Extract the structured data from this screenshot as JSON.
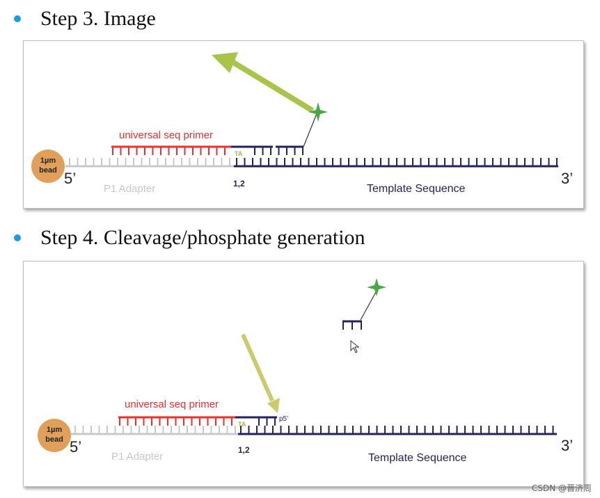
{
  "steps": [
    {
      "title": "Step 3. Image",
      "diagram": {
        "bead_line1": "1µm",
        "bead_line2": "bead",
        "five_prime": "5’",
        "three_prime": "3’",
        "primer_label": "universal seq primer",
        "adapter_label": "P1 Adapter",
        "position_label": "1,2",
        "template_label": "Template Sequence",
        "probe_bases": "TA"
      }
    },
    {
      "title": "Step 4. Cleavage/phosphate generation",
      "diagram": {
        "bead_line1": "1µm",
        "bead_line2": "bead",
        "five_prime": "5’",
        "three_prime": "3’",
        "primer_label": "universal seq primer",
        "adapter_label": "P1 Adapter",
        "position_label": "1,2",
        "template_label": "Template Sequence",
        "probe_bases": "TA",
        "phosphate_label": "p5’"
      }
    }
  ],
  "watermark": "CSDN @晋济周",
  "colors": {
    "bullet": "#1e9be0",
    "primer": "#e8312f",
    "template": "#23235c",
    "adapter": "#c8c8c8",
    "bead": "#e0a05a",
    "dye_star": "#4aa84a",
    "arrow": "#a8c44a",
    "probe_bases": "#9fb84a"
  }
}
